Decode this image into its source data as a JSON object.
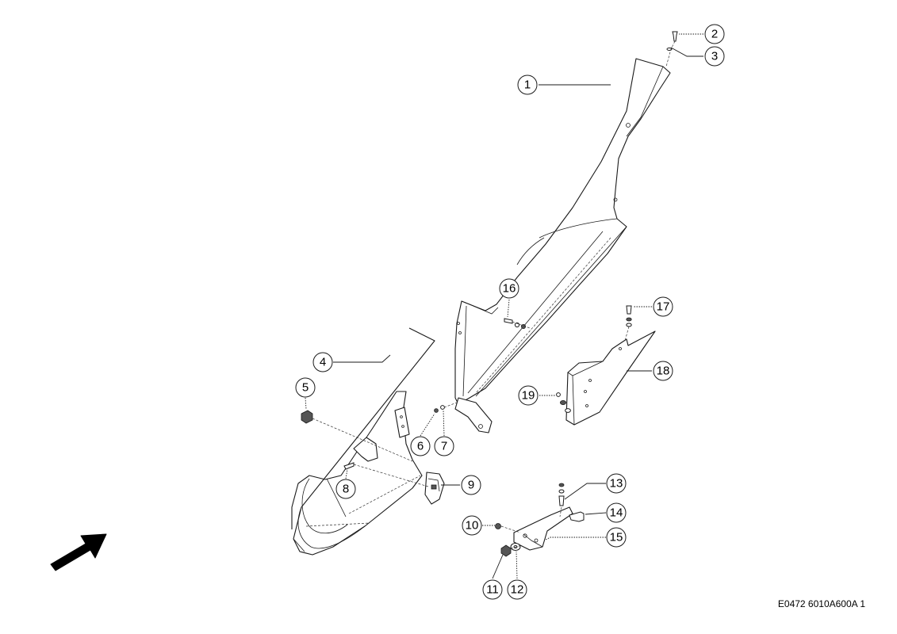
{
  "callouts": [
    "1",
    "2",
    "3",
    "4",
    "5",
    "6",
    "7",
    "8",
    "9",
    "10",
    "11",
    "12",
    "13",
    "14",
    "15",
    "16",
    "17",
    "18",
    "19"
  ],
  "reference_code": "E0472 6010A600A 1",
  "icons": {
    "direction": "arrow-icon"
  }
}
